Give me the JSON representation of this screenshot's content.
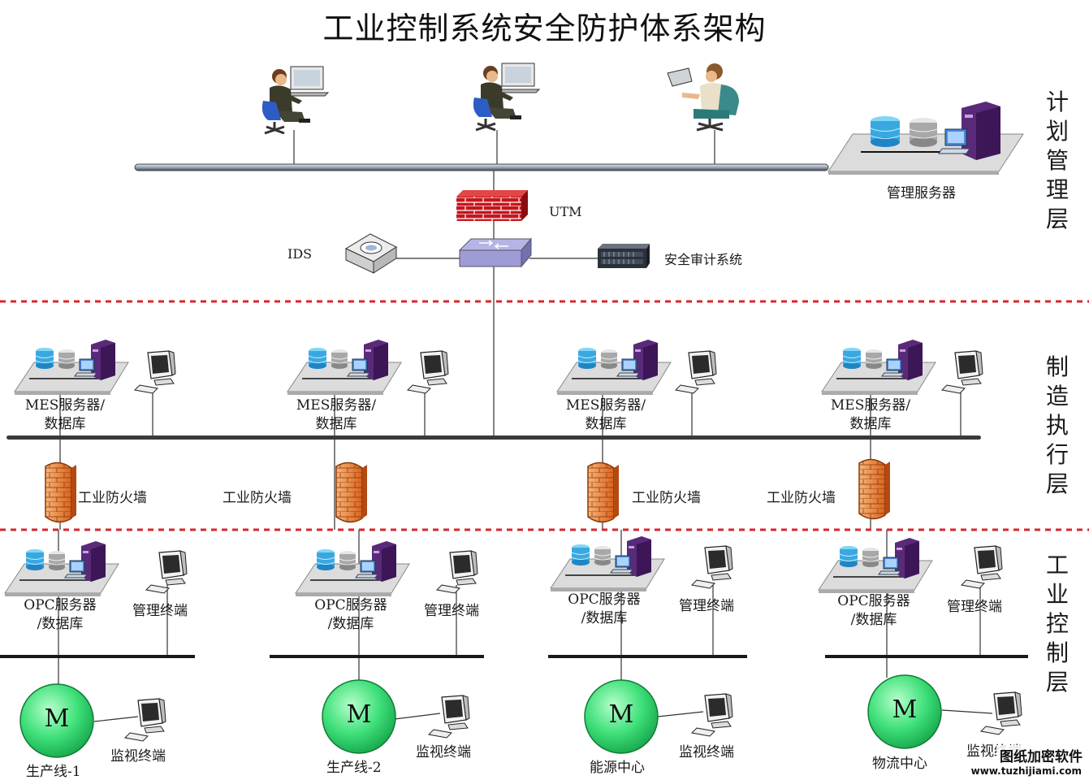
{
  "title": "工业控制系统安全防护体系架构",
  "layers": {
    "planning": "计划管理层",
    "execution": "制造执行层",
    "control": "工业控制层"
  },
  "top": {
    "mgmt_server": "管理服务器",
    "utm": "UTM",
    "ids": "IDS",
    "audit": "安全审计系统"
  },
  "mes": [
    {
      "label": "MES服务器/\n数据库"
    },
    {
      "label": "MES服务器/\n数据库"
    },
    {
      "label": "MES服务器/\n数据库"
    },
    {
      "label": "MES服务器/\n数据库"
    }
  ],
  "firewalls": [
    "工业防火墙",
    "工业防火墙",
    "工业防火墙",
    "工业防火墙"
  ],
  "opc": [
    {
      "label": "OPC服务器\n/数据库",
      "terminal": "管理终端"
    },
    {
      "label": "OPC服务器\n/数据库",
      "terminal": "管理终端"
    },
    {
      "label": "OPC服务器\n/数据库",
      "terminal": "管理终端"
    },
    {
      "label": "OPC服务器\n/数据库",
      "terminal": "管理终端"
    }
  ],
  "lines": [
    {
      "motor": "M",
      "name": "生产线-1",
      "monitor": "监视终端"
    },
    {
      "motor": "M",
      "name": "生产线-2",
      "monitor": "监视终端"
    },
    {
      "motor": "M",
      "name": "能源中心",
      "monitor": "监视终端"
    },
    {
      "motor": "M",
      "name": "物流中心",
      "monitor": "监视终端"
    }
  ],
  "watermark": {
    "brand": "图纸加密软件",
    "site": "www.tuzhijiami.com"
  },
  "colors": {
    "divider": "#d9262b",
    "bus": "#2b2b2b",
    "motor": "#3fe07a",
    "firewall": "#e8782a",
    "utm": "#c4161c"
  }
}
